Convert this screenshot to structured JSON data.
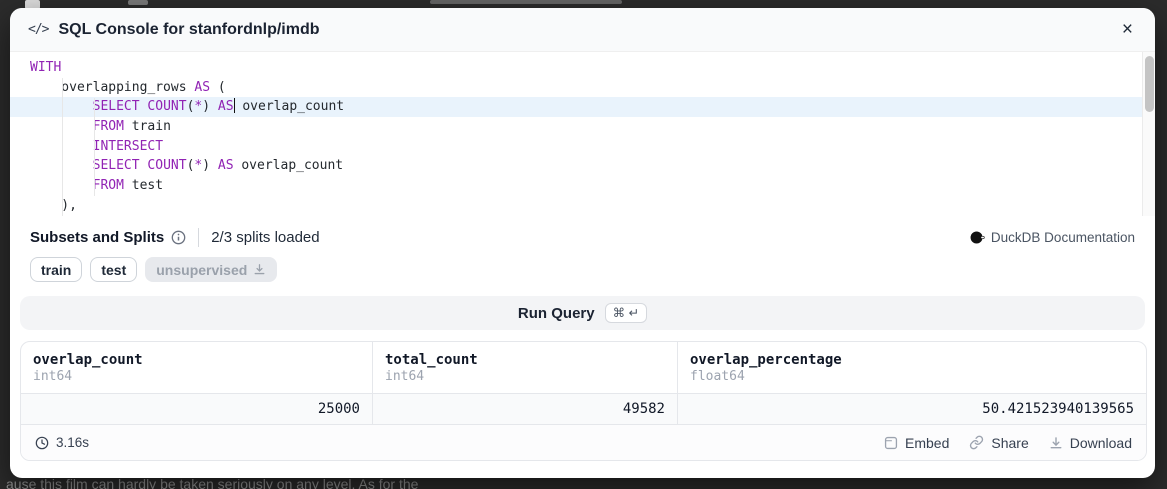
{
  "backdrop": {
    "peek_text": "ause this film can hardly be taken seriously on any level. As for the"
  },
  "header": {
    "code_glyph": "</>",
    "title": "SQL Console for stanfordnlp/imdb",
    "close_glyph": "×"
  },
  "editor": {
    "active_line_index": 2,
    "lines": [
      [
        {
          "k": "kw",
          "t": "WITH"
        }
      ],
      [
        {
          "k": "pl",
          "t": "    overlapping_rows "
        },
        {
          "k": "kw",
          "t": "AS"
        },
        {
          "k": "pl",
          "t": " ("
        }
      ],
      [
        {
          "k": "pl",
          "t": "        "
        },
        {
          "k": "kw",
          "t": "SELECT"
        },
        {
          "k": "pl",
          "t": " "
        },
        {
          "k": "kw",
          "t": "COUNT"
        },
        {
          "k": "pl",
          "t": "("
        },
        {
          "k": "kw",
          "t": "*"
        },
        {
          "k": "pl",
          "t": ") "
        },
        {
          "k": "kw",
          "t": "AS"
        },
        {
          "k": "cursor"
        },
        {
          "k": "pl",
          "t": " overlap_count"
        }
      ],
      [
        {
          "k": "pl",
          "t": "        "
        },
        {
          "k": "kw",
          "t": "FROM"
        },
        {
          "k": "pl",
          "t": " train"
        }
      ],
      [
        {
          "k": "pl",
          "t": "        "
        },
        {
          "k": "kw",
          "t": "INTERSECT"
        }
      ],
      [
        {
          "k": "pl",
          "t": "        "
        },
        {
          "k": "kw",
          "t": "SELECT"
        },
        {
          "k": "pl",
          "t": " "
        },
        {
          "k": "kw",
          "t": "COUNT"
        },
        {
          "k": "pl",
          "t": "("
        },
        {
          "k": "kw",
          "t": "*"
        },
        {
          "k": "pl",
          "t": ") "
        },
        {
          "k": "kw",
          "t": "AS"
        },
        {
          "k": "pl",
          "t": " overlap_count"
        }
      ],
      [
        {
          "k": "pl",
          "t": "        "
        },
        {
          "k": "kw",
          "t": "FROM"
        },
        {
          "k": "pl",
          "t": " test"
        }
      ],
      [
        {
          "k": "pl",
          "t": "    ),"
        }
      ]
    ]
  },
  "meta": {
    "section_title": "Subsets and Splits",
    "splits_loaded": "2/3 splits loaded",
    "doc_link_label": "DuckDB Documentation"
  },
  "splits": [
    {
      "label": "train",
      "state": "loaded"
    },
    {
      "label": "test",
      "state": "loaded"
    },
    {
      "label": "unsupervised",
      "state": "not_loaded",
      "icon": "download-icon"
    }
  ],
  "run": {
    "label": "Run Query",
    "kbd": "⌘ ↵"
  },
  "results": {
    "columns": [
      {
        "name": "overlap_count",
        "type": "int64",
        "value": "25000"
      },
      {
        "name": "total_count",
        "type": "int64",
        "value": "49582"
      },
      {
        "name": "overlap_percentage",
        "type": "float64",
        "value": "50.421523940139565"
      }
    ],
    "footer": {
      "duration": "3.16s",
      "embed_label": "Embed",
      "share_label": "Share",
      "download_label": "Download"
    }
  },
  "colors": {
    "keyword": "#9123b4",
    "active_line": "#e9f3fc",
    "accent_muted": "#9ca3af"
  }
}
